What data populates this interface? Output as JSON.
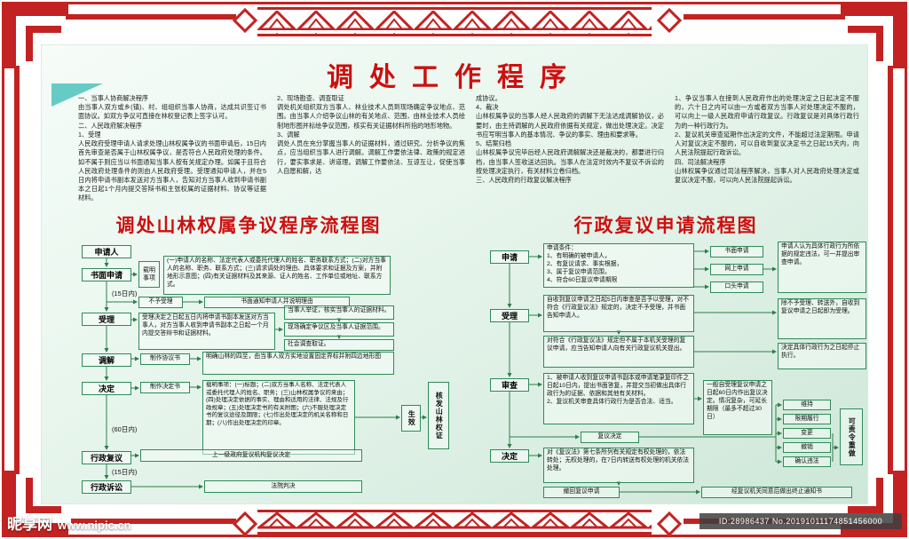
{
  "colors": {
    "frame_red": "#c32222",
    "title_red": "#cc1010",
    "chart_green": "#2e8b57",
    "panel_green": "#e4f3ea",
    "teal_accent": "#4cc2bc"
  },
  "title": "调处工作程序",
  "intro": {
    "col1": "一、当事人协商解决程序\n由当事人双方或乡(镇)、村、组组织当事人协商，达成共识签订书面协议。如双方争议可直接在林权登记表上签字认可。\n二、人民政府解决程序\n1、受理\n人民政府受理申请人请求处理山林权属争议的书面申请后，15日内首先审查是否属于山林权属争议，是否符合人民政府处理的条件。如不属于则应当以书面通知当事人按有关规定办理。如属于且符合人民政府处理条件的则由人民政府受理。受理通知申请人，并在5日内将申请书副本发送对方当事人，告知对方当事人收到申请书副本之日起1个月内提交答辩书和主张权属的证据材料、协议等证据材料。",
    "col2": "2、现场勘查、调查取证\n调处机关组织双方当事人、林业技术人员到现场确定争议地点、范围。由当事人介绍争议山林的有关地点、范围，由林业技术人员绘制地形图并标绘争议范围，核实有关证据材料所指的地形地物。\n3、调解\n调处人员在充分掌握当事人的证据材料，通过研究、分析争议的焦点，应当组织当事人进行调解。调解工作要依法律、政策的规定进行，要实事求是、讲道理。调解工作要依法、互谅互让，促使当事人自愿和解，达",
    "col3": "成协议。\n4、裁决\n山林权属争议的当事人经人民政府的调解下无法达成调解协议，必要时，由主持调解的人民政府依据有关规定，做出处理决定。决定书应写明当事人的基本情况、争议的事实、理由和要求等。\n5、结案归档\n山林权属争议完毕后经人民政府调解解决还是裁决的，都要进行归档，由当事人签收送达回执。当事人在法定时效内不复议不诉讼的按处理决定执行，有关材料立卷归档。\n三、人民政府的行政复议解决程序",
    "col4": "1、争议当事人在接到人民政府作出的处理决定之日起决定不服的，六十日之内可以由一方或者双方当事人对处理决定不服的，可以向上一级人民政府申请行政复议。行政复议是对具体行政行为的一种行政行为。\n2、复议机关审查延期作出决定的文件，不能超过法定期限。申请人对复议决定不服的，可以自收到复议决定书之日起15天内，向人民法院提起行政诉讼。\n四、司法解决程序\n山林权属争议通过司法程序解决，当事人对人民政府处理决定或复议决定不服，可以向人民法院提起诉讼。"
  },
  "left_chart": {
    "title": "调处山林权属争议程序流程图",
    "spine": [
      "申请人",
      "书面申请",
      "受理",
      "调解",
      "决定",
      "行政复议",
      "行政诉讼"
    ],
    "label_15a": "(15日内)",
    "label_60": "(60日内)",
    "label_15b": "(15日内)",
    "boxes": {
      "zaiming_small": "载明事项",
      "zaiming_items": "(一)申请人的名称、法定代表人或委托代理人的姓名、职务联系方式；(二)对方当事人的名称、职务、联系方式；(三)请求调处的理由、具体要求和证据及方案，并附地形示意图；(四)有关证据材料及其来源、证人的姓名、工作单位或地址、联系方式。",
      "bu_yu_shou_li": "不予受理",
      "shu_mian_tong_zhi": "书面通知申请人并说明理由",
      "shou_li_detail": "受理决定之日起五日内将申请书副本发送对方当事人，对方当事人收到申请书副本之日起一个月内提交答辩书和证据材料。",
      "ju_zheng": "当事人举证，核实当事人的证据材料。",
      "xian_chang": "现场确定争议区及当事人证据范围。",
      "she_hui": "社会调查取证。",
      "xie_yi_shu": "制作协议书",
      "ming_que": "明确山林的四至，由当事人双方实地设置固定界标并附四边地形图",
      "jue_ding_shu": "制作决定书",
      "jue_ding_items": "载明事项：(一)标题；(二)双方当事人名称、法定代表人或委托代理人的姓名、职务；(三)山林权属争议的来由；(四)处理决定依据的事实、理由和适用的法律、法规及行政规章；(五)处理决定书的有关附图；(六)不服处理决定书的复议途径及期限；(七)作出处理决定的机关名称和日期；(八)作出处理决定的印章。",
      "sheng_xiao": "生效",
      "he_fa": "核发山林权证",
      "fu_yi_jue_ding": "上一级政府复议机构复议决定",
      "fa_yuan": "法院判决"
    }
  },
  "right_chart": {
    "title": "行政复议申请流程图",
    "spine": [
      "申请",
      "受理",
      "审查",
      "决定"
    ],
    "boxes": {
      "tiao_jian": "申请条件：\n1、有明确的被申请人，\n2、有复议请求、事实根据，\n3、属于复议申请范围，\n4、符合60日复议申请期限",
      "shu_mian": "书面申请",
      "wang_shang": "网上申请",
      "kou_tou": "口头申请",
      "gui_ding": "申请人认为具体行政行为所依据的规定违法，可一并提出审查申请。",
      "shou_li_1": "自收到复议申请之日起5日内审查是否予以受理，对不符合《行政复议法》规定的，决定不予受理，并书面告知申请人。",
      "chu_bu_yu": "除不予受理、转送外，自收到复议申请之日起即为受理。",
      "shou_li_2": "对符合《行政复议法》规定但不属于本机关受理的复议申请，应当告知申请人向有关行政复议机关提出。",
      "ting_zhi": "决定具体行政行为之日起停止执行。",
      "shen_cha": "1、被申请人收到复议申请书副本或申请笔录复印件之日起10日内，提出书面答复，并提交当初做出具体行政行为的证据、依据和其他有关材料。\n2、复议机关审查具体行政行为是否合法、适当。",
      "liu_shi_ri": "一般自受理复议申请之日起60日内作出复议决定。情况复杂，可延长期限（最多不超过30日）",
      "fu_yi_jue_ding": "复议决定",
      "di_qi_tiao": "对《复议法》第七条所列有关规定有权处理的，依法转处；无权处理的，在7日内转送有权处理的机关依法处理。",
      "che_hui": "撤回复议申请",
      "outcomes": [
        "维持",
        "限期履行",
        "变更",
        "撤销",
        "确认违法"
      ],
      "ze_ling": "可责令重做",
      "zhong_zhi": "经复议机关同意后做出终止通知书"
    }
  },
  "watermark": {
    "site_name": "昵享网",
    "site_url": "www.nipic.cn"
  },
  "id_bar": {
    "text": "ID:28986437  No.20191011174851456000"
  }
}
